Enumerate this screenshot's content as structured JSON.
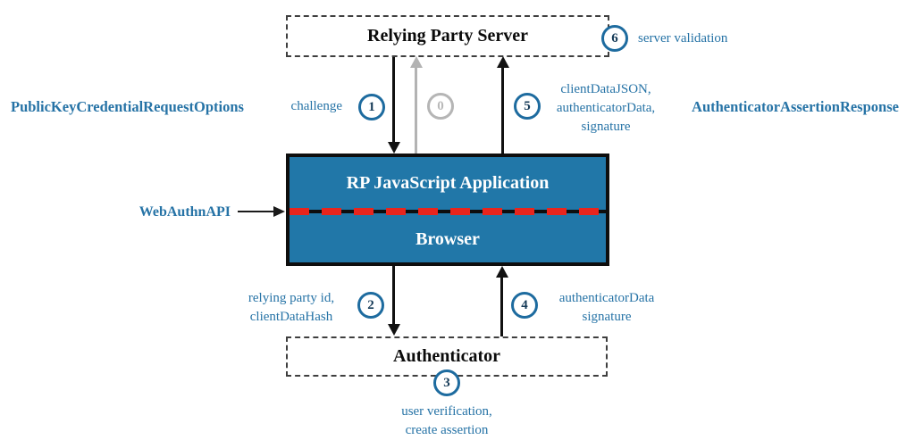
{
  "nodes": {
    "relying_party_server": "Relying Party Server",
    "rp_js_application": "RP JavaScript Application",
    "browser": "Browser",
    "authenticator": "Authenticator"
  },
  "side_labels": {
    "request_options": "PublicKeyCredentialRequestOptions",
    "assertion_response": "AuthenticatorAssertionResponse",
    "webauthn_api": "WebAuthnAPI"
  },
  "steps": {
    "s0": {
      "num": "0"
    },
    "s1": {
      "num": "1",
      "label": "challenge"
    },
    "s2": {
      "num": "2",
      "lines": [
        "relying party id,",
        "clientDataHash"
      ]
    },
    "s3": {
      "num": "3",
      "lines": [
        "user verification,",
        "create assertion"
      ]
    },
    "s4": {
      "num": "4",
      "lines": [
        "authenticatorData",
        "signature"
      ]
    },
    "s5": {
      "num": "5",
      "lines": [
        "clientDataJSON,",
        "authenticatorData,",
        "signature"
      ]
    },
    "s6": {
      "num": "6",
      "label": "server validation"
    }
  },
  "colors": {
    "accent_blue": "#2673a6",
    "circle_blue": "#1d6b9f",
    "number_navy": "#153a57",
    "box_fill": "#2177a8",
    "inactive_gray": "#b5b5b5",
    "red_dash": "#e8251d",
    "arrow_black": "#111111"
  }
}
